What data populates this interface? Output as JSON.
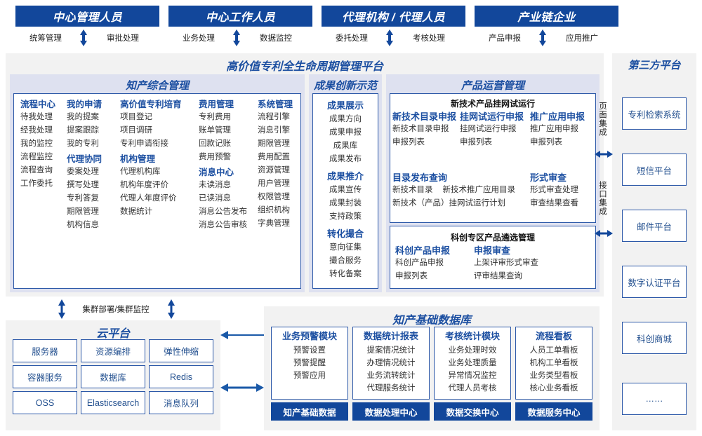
{
  "roles": [
    {
      "title": "中心管理人员",
      "left_label": "统筹管理",
      "right_label": "审批处理"
    },
    {
      "title": "中心工作人员",
      "left_label": "业务处理",
      "right_label": "数据监控"
    },
    {
      "title": "代理机构 / 代理人员",
      "left_label": "委托处理",
      "right_label": "考核处理"
    },
    {
      "title": "产业链企业",
      "left_label": "产品申报",
      "right_label": "应用推广"
    }
  ],
  "platform": {
    "title": "高价值专利全生命周期管理平台"
  },
  "sections": {
    "ip_management": {
      "title": "知产综合管理",
      "columns": [
        {
          "groups": [
            {
              "head": "流程中心",
              "items": [
                "待我处理",
                "经我处理",
                "我的监控",
                "流程监控",
                "流程查询",
                "工作委托"
              ]
            }
          ]
        },
        {
          "groups": [
            {
              "head": "我的申请",
              "items": [
                "我的提案",
                "提案跟踪",
                "我的专利"
              ]
            },
            {
              "head": "代理协同",
              "items": [
                "委案处理",
                "撰写处理",
                "专利答复",
                "期限管理",
                "机构信息"
              ]
            }
          ]
        },
        {
          "groups": [
            {
              "head": "高价值专利培育",
              "items": [
                "项目登记",
                "项目调研",
                "专利申请衔接"
              ]
            },
            {
              "head": "机构管理",
              "items": [
                "代理机构库",
                "机构年度评价",
                "代理人年度评价",
                "数据统计"
              ]
            }
          ]
        },
        {
          "groups": [
            {
              "head": "费用管理",
              "items": [
                "专利费用",
                "账单管理",
                "回款记账",
                "费用预警"
              ]
            },
            {
              "head": "消息中心",
              "items": [
                "未读消息",
                "已读消息",
                "消息公告发布",
                "消息公告审核"
              ]
            }
          ]
        },
        {
          "groups": [
            {
              "head": "系统管理",
              "items": [
                "流程引擎",
                "消息引擎",
                "期限管理",
                "费用配置",
                "资源管理",
                "用户管理",
                "权限管理",
                "组织机构",
                "字典管理"
              ]
            }
          ]
        }
      ]
    },
    "achievement": {
      "title": "成果创新示范",
      "groups": [
        {
          "head": "成果展示",
          "items": [
            "成果方向",
            "成果申报",
            "成果库",
            "成果发布"
          ]
        },
        {
          "head": "成果推介",
          "items": [
            "成果宣传",
            "成果封装",
            "支持政策"
          ]
        },
        {
          "head": "转化撮合",
          "items": [
            "意向征集",
            "撮合服务",
            "转化备案"
          ]
        }
      ]
    },
    "product_ops": {
      "title": "产品运营管理",
      "block_a": {
        "head": "新技术产品挂网试运行",
        "columns": [
          {
            "head": "新技术目录申报",
            "items": [
              "新技术目录申报",
              "申报列表"
            ]
          },
          {
            "head": "挂网试运行申报",
            "items": [
              "挂网试运行申报",
              "申报列表"
            ]
          },
          {
            "head": "推广应用申报",
            "items": [
              "推广应用申报",
              "申报列表"
            ]
          }
        ],
        "row2_left": {
          "head": "目录发布查询",
          "line1": [
            "新技术目录",
            "新技术推广应用目录"
          ],
          "line2": "新技术（产品）挂网试运行计划"
        },
        "row2_right": {
          "head": "形式审查",
          "items": [
            "形式审查处理",
            "审查结果查看"
          ]
        }
      },
      "block_b": {
        "head": "科创专区产品遴选管理",
        "columns": [
          {
            "head": "科创产品申报",
            "items": [
              "科创产品申报",
              "申报列表"
            ]
          },
          {
            "head": "申报审查",
            "items": [
              "上架评审形式审查",
              "评审结果查询"
            ]
          }
        ]
      }
    },
    "third_party": {
      "title": "第三方平台",
      "integration": [
        "页面集成",
        "接口集成"
      ],
      "items": [
        "专利检索系统",
        "短信平台",
        "邮件平台",
        "数字认证平台",
        "科创商城",
        "……"
      ]
    },
    "cloud": {
      "arrow_label": "集群部署/集群监控",
      "title": "云平台",
      "items": [
        "服务器",
        "资源编排",
        "弹性伸缩",
        "容器服务",
        "数据库",
        "Redis",
        "OSS",
        "Elasticsearch",
        "消息队列"
      ]
    },
    "database": {
      "title": "知产基础数据库",
      "columns": [
        {
          "head": "业务预警模块",
          "items": [
            "预警设置",
            "预警提醒",
            "预警应用"
          ],
          "footer": "知产基础数据"
        },
        {
          "head": "数据统计报表",
          "items": [
            "提案情况统计",
            "办理情况统计",
            "业务流转统计",
            "代理服务统计"
          ],
          "footer": "数据处理中心"
        },
        {
          "head": "考核统计模块",
          "items": [
            "业务处理时效",
            "业务处理质量",
            "异常情况监控",
            "代理人员考核"
          ],
          "footer": "数据交换中心"
        },
        {
          "head": "流程看板",
          "items": [
            "人员工单看板",
            "机构工单看板",
            "业务类型看板",
            "核心业务看板"
          ],
          "footer": "数据服务中心"
        }
      ]
    }
  },
  "colors": {
    "navy": "#12479b",
    "panel_gray": "#f2f2f2",
    "lavender": "#dee1f0",
    "border_blue": "#2c58a8",
    "title_blue": "#1c4fa1"
  }
}
